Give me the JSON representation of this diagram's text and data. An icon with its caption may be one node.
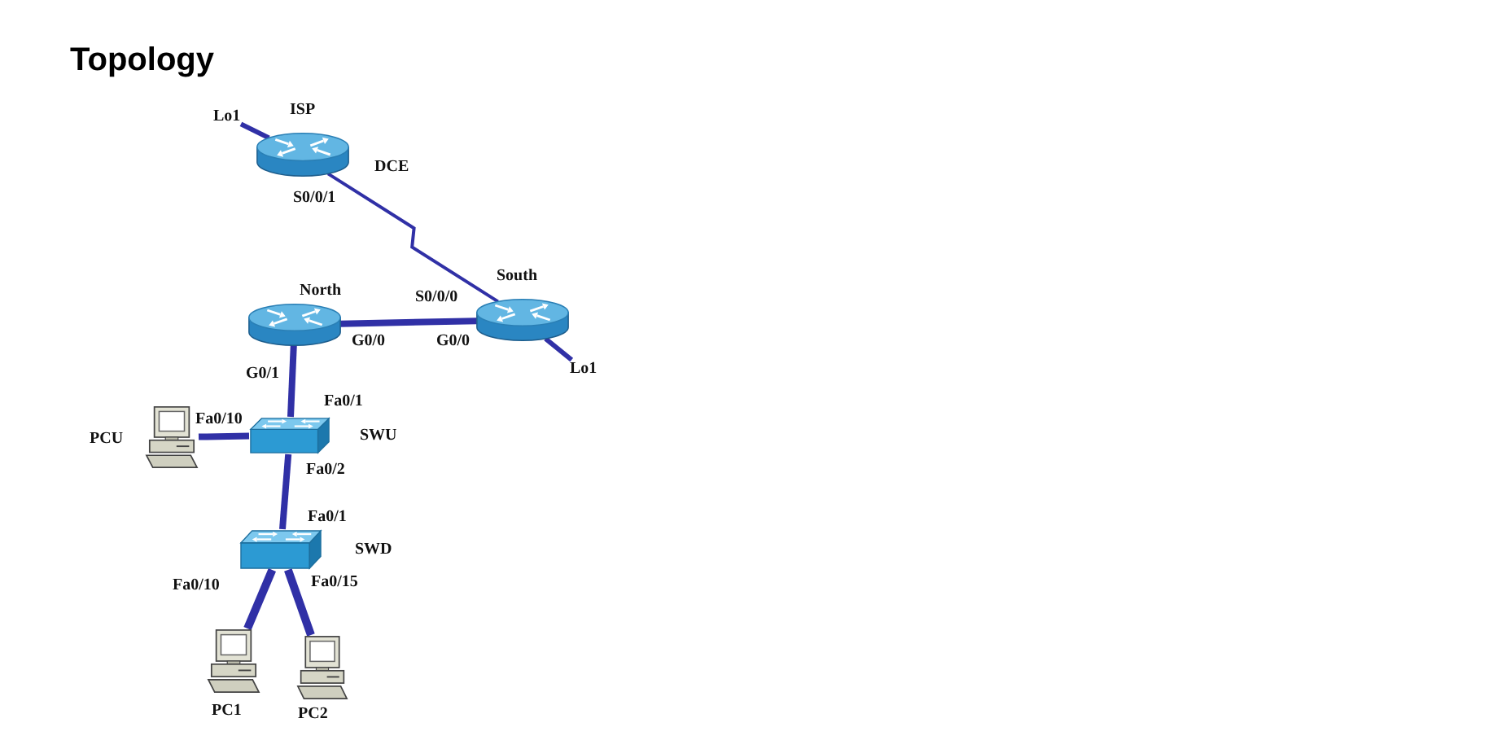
{
  "diagram": {
    "title": "Topology",
    "nodes": [
      {
        "text": [
          "Lo1"
        ]
      },
      {
        "text": [
          "ISP"
        ]
      },
      {
        "text": [
          "North"
        ]
      },
      {
        "text": [
          "South"
        ]
      },
      {
        "text": [
          "Lo1"
        ]
      },
      {
        "text": [
          "SWU"
        ]
      },
      {
        "text": [
          "PCU"
        ]
      },
      {
        "text": [
          "SWD"
        ]
      },
      {
        "text": [
          "PC1"
        ]
      },
      {
        "text": [
          "PC2"
        ]
      }
    ],
    "edges": [
      {
        "from": 0,
        "to": 1,
        "arrow": "none"
      },
      {
        "from": 1,
        "to": 3,
        "arrow": "none"
      },
      {
        "from": 2,
        "to": 3,
        "arrow": "none"
      },
      {
        "from": 3,
        "to": 4,
        "arrow": "none"
      },
      {
        "from": 2,
        "to": 5,
        "arrow": "none"
      },
      {
        "from": 6,
        "to": 5,
        "arrow": "none"
      },
      {
        "from": 5,
        "to": 7,
        "arrow": "none"
      },
      {
        "from": 7,
        "to": 8,
        "arrow": "none"
      },
      {
        "from": 7,
        "to": 9,
        "arrow": "none"
      }
    ],
    "labels": [
      "DCE",
      "S0/0/1",
      "S0/0/0",
      "G0/0",
      "G0/0",
      "G0/1",
      "Fa0/1",
      "Fa0/10",
      "Fa0/2",
      "Fa0/1",
      "Fa0/10",
      "Fa0/15"
    ]
  }
}
